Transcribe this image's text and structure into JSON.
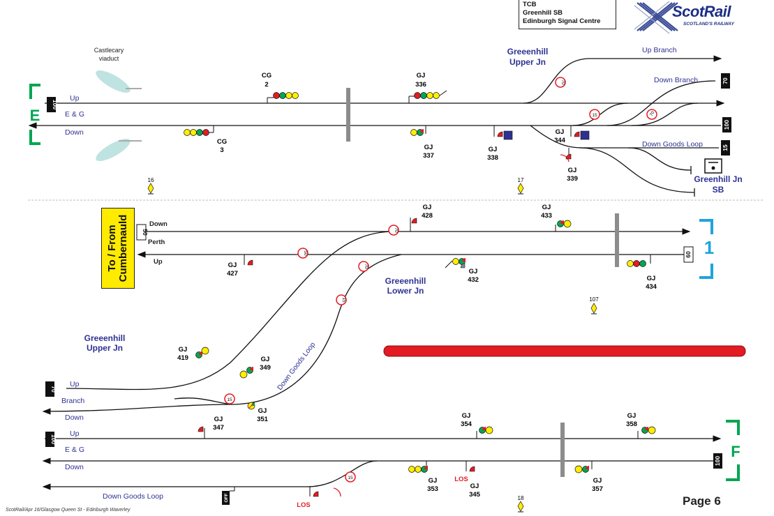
{
  "header": {
    "box_lines": [
      "TCB",
      "Greenhill SB",
      "Edinburgh Signal Centre"
    ]
  },
  "logo": {
    "brand": "ScotRail",
    "tagline": "SCOTLAND'S RAILWAY"
  },
  "colors": {
    "track": "#111111",
    "junction_name": "#2e3192",
    "red_signal": "#e31b23",
    "yellow_signal": "#ffee00",
    "green_signal": "#00a651",
    "grey_divider": "#8c8c8c",
    "green_bracket": "#00a651",
    "cyan_bracket": "#1ea4dc",
    "red_bar": "#e31b23",
    "shunt_blue": "#2e3192"
  },
  "top": {
    "landmark": [
      "Castlecary",
      "viaduct"
    ],
    "junction": [
      "Greeenhill",
      "Upper Jn"
    ],
    "box": [
      "Greenhill Jn",
      "SB"
    ],
    "section": "E",
    "tracks": {
      "up": "Up",
      "eg": "E & G",
      "down": "Down",
      "up_branch": "Up Branch",
      "down_branch": "Down Branch",
      "down_goods_loop": "Down Goods Loop"
    },
    "speed_boards": [
      "100",
      "70",
      "100",
      "15"
    ],
    "speed_circles": [
      "70",
      "15",
      "70"
    ],
    "signals": [
      {
        "id": "CG",
        "num": "2"
      },
      {
        "id": "CG",
        "num": "3"
      },
      {
        "id": "GJ",
        "num": "336"
      },
      {
        "id": "GJ",
        "num": "337"
      },
      {
        "id": "GJ",
        "num": "338"
      },
      {
        "id": "GJ",
        "num": "344"
      },
      {
        "id": "GJ",
        "num": "339"
      }
    ],
    "locations": [
      "16",
      "17"
    ]
  },
  "middle": {
    "junction": [
      "Greeenhill",
      "Lower Jn"
    ],
    "yellow_box": [
      "To / From",
      "Cumbernauld"
    ],
    "section": "1",
    "tracks": {
      "down": "Down",
      "perth": "Perth",
      "up": "Up"
    },
    "speed_boards": [
      "50",
      "60"
    ],
    "speed_circles": [
      "70",
      "50",
      "70",
      "15"
    ],
    "signals": [
      {
        "id": "GJ",
        "num": "428"
      },
      {
        "id": "GJ",
        "num": "433"
      },
      {
        "id": "GJ",
        "num": "427"
      },
      {
        "id": "GJ",
        "num": "432"
      },
      {
        "id": "GJ",
        "num": "434"
      }
    ],
    "locations": [
      "107"
    ]
  },
  "bottom": {
    "junction": [
      "Greeenhill",
      "Upper Jn"
    ],
    "section": "F",
    "diag_label": "Down Goods Loop",
    "tracks": {
      "up": "Up",
      "branch": "Branch",
      "down": "Down",
      "up2": "Up",
      "eg": "E & G",
      "down2": "Down",
      "down_goods_loop": "Down Goods Loop"
    },
    "speed_boards": [
      "70",
      "100",
      "100"
    ],
    "speed_circles": [
      "15",
      "15"
    ],
    "off_board": "OFF",
    "los": [
      "LOS",
      "LOS"
    ],
    "signals": [
      {
        "id": "GJ",
        "num": "419"
      },
      {
        "id": "GJ",
        "num": "349"
      },
      {
        "id": "GJ",
        "num": "351"
      },
      {
        "id": "GJ",
        "num": "347"
      },
      {
        "id": "GJ",
        "num": "354"
      },
      {
        "id": "GJ",
        "num": "358"
      },
      {
        "id": "GJ",
        "num": "353"
      },
      {
        "id": "GJ",
        "num": "345"
      },
      {
        "id": "GJ",
        "num": "357"
      }
    ],
    "locations": [
      "18"
    ]
  },
  "footer": {
    "source": "ScotRail/Apr 16/Glasgow Queen St - Edinburgh Waverley",
    "page": "Page 6"
  }
}
